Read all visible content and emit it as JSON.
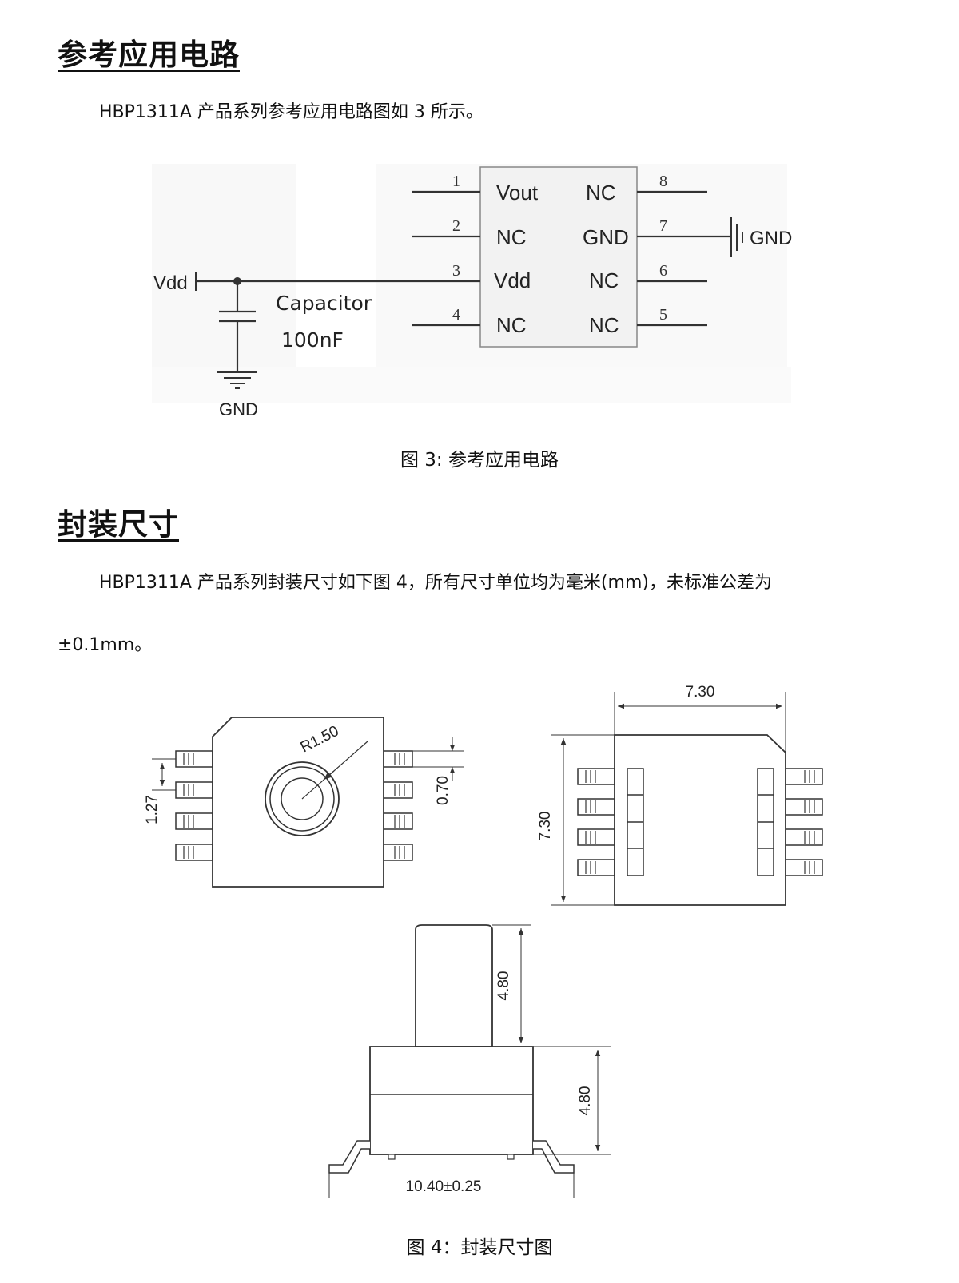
{
  "section1": {
    "title": "参考应用电路",
    "paragraph": "HBP1311A 产品系列参考应用电路图如 3 所示。",
    "caption": "图 3:  参考应用电路",
    "circuit": {
      "vdd_label": "Vdd",
      "gnd_left": "GND",
      "gnd_right": "GND",
      "capacitor_label": "Capacitor",
      "capacitor_value": "100nF",
      "pins": [
        {
          "num": "1",
          "name": "Vout"
        },
        {
          "num": "2",
          "name": "NC"
        },
        {
          "num": "3",
          "name": "Vdd"
        },
        {
          "num": "4",
          "name": "NC"
        },
        {
          "num": "5",
          "name": "NC"
        },
        {
          "num": "6",
          "name": "NC"
        },
        {
          "num": "7",
          "name": "GND"
        },
        {
          "num": "8",
          "name": "NC"
        }
      ]
    }
  },
  "section2": {
    "title": "封装尺寸",
    "paragraph_line1": "HBP1311A 产品系列封装尺寸如下图 4，所有尺寸单位均为毫米(mm)，未标准公差为",
    "paragraph_line2": "±0.1mm。",
    "caption": "图 4：封装尺寸图",
    "dims": {
      "radius": "R1.50",
      "pitch": "1.27",
      "lead_width": "0.70",
      "body_width": "7.30",
      "body_length": "7.30",
      "port_height": "4.80",
      "body_height": "4.80",
      "overall_length": "10.40±0.25"
    }
  }
}
